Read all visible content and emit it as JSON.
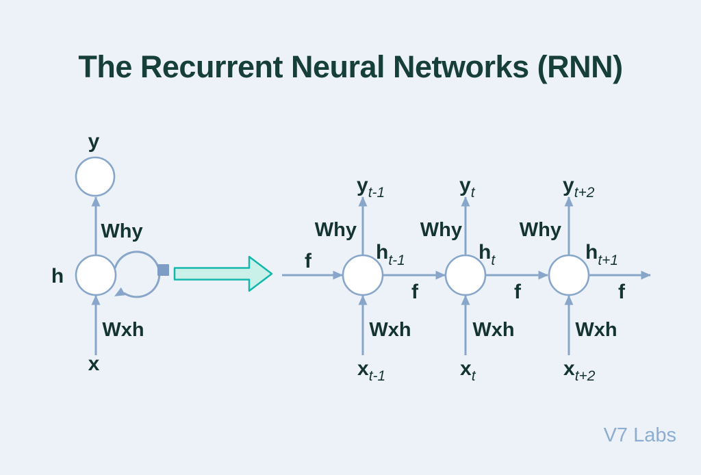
{
  "title": "The Recurrent Neural Networks (RNN)",
  "watermark": "V7 Labs",
  "colors": {
    "background": "#edf1f8",
    "node_stroke": "#87a6c9",
    "loop_square": "#7d9dc4",
    "label_text": "#143430",
    "title_text": "#173f39",
    "unroll_arrow_fill": "#c9f1ea",
    "unroll_arrow_stroke": "#14b8aa",
    "watermark_text": "#8cadd0"
  },
  "folded_cell": {
    "output_label": "y",
    "hidden_label": "h",
    "input_label": "x",
    "output_weight_label": "Why",
    "input_weight_label": "Wxh"
  },
  "unrolled_cells": [
    {
      "output_base": "y",
      "output_sub": "t-1",
      "hidden_base": "h",
      "hidden_sub": "t-1",
      "input_base": "x",
      "input_sub": "t-1",
      "output_weight_label": "Why",
      "input_weight_label": "Wxh"
    },
    {
      "output_base": "y",
      "output_sub": "t",
      "hidden_base": "h",
      "hidden_sub": "t",
      "input_base": "x",
      "input_sub": "t",
      "output_weight_label": "Why",
      "input_weight_label": "Wxh"
    },
    {
      "output_base": "y",
      "output_sub": "t+2",
      "hidden_base": "h",
      "hidden_sub": "t+1",
      "input_base": "x",
      "input_sub": "t+2",
      "output_weight_label": "Why",
      "input_weight_label": "Wxh"
    }
  ],
  "transition_labels": [
    "f",
    "f",
    "f",
    "f"
  ]
}
